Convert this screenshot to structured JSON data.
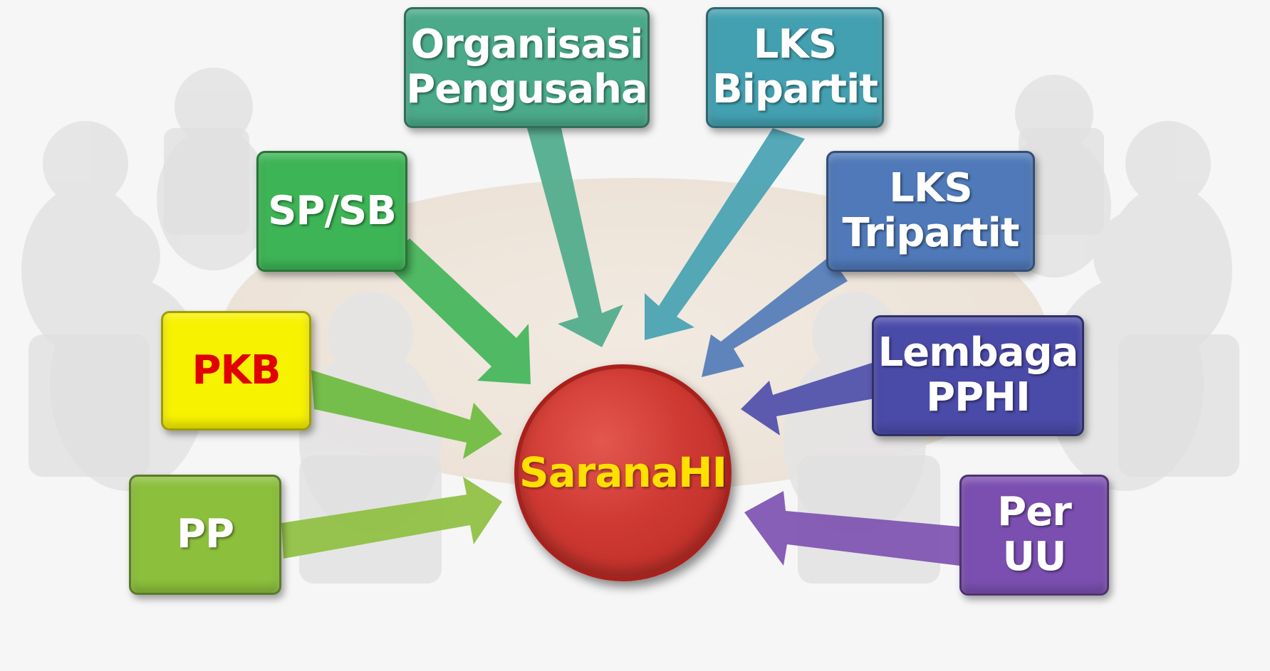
{
  "center": {
    "line1": "Sarana",
    "line2": "HI"
  },
  "boxes": {
    "organisasi": {
      "line1": "Organisasi",
      "line2": "Pengusaha",
      "color": "#4aaa8a"
    },
    "bipartit": {
      "line1": "LKS",
      "line2": "Bipartit",
      "color": "#43a0b0"
    },
    "spsb": {
      "line1": "SP/SB",
      "color": "#3db455"
    },
    "tripartit": {
      "line1": "LKS",
      "line2": "Tripartit",
      "color": "#4f79b8"
    },
    "pkb": {
      "line1": "PKB",
      "color": "#f7f200",
      "text_color": "#e00000"
    },
    "lembaga": {
      "line1": "Lembaga",
      "line2": "PPHI",
      "color": "#4a4aa8"
    },
    "pp": {
      "line1": "PP",
      "color": "#8cbf3c"
    },
    "peruu": {
      "line1": "Per UU",
      "color": "#7b4fb0"
    }
  },
  "center_color": "#cf3a33",
  "center_text_color": "#ffe000"
}
